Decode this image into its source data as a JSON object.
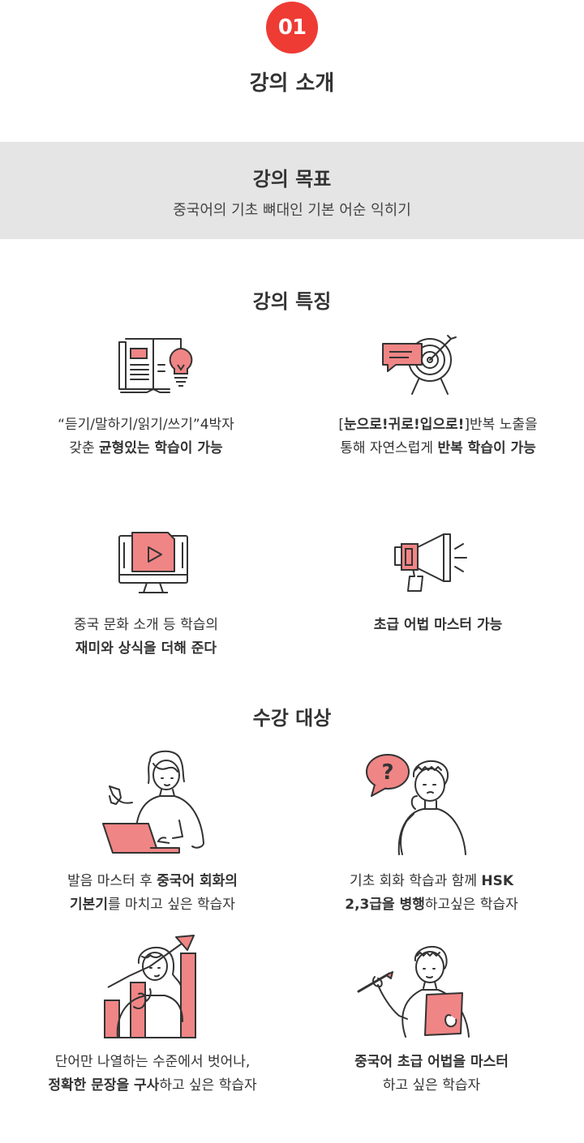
{
  "header": {
    "badge": "01",
    "title": "강의 소개"
  },
  "goal": {
    "title": "강의 목표",
    "desc": "중국어의 기초 뼈대인 기본 어순 익히기"
  },
  "features": {
    "title": "강의 특징",
    "f1": {
      "line1": "“듣기/말하기/읽기/쓰기”4박자",
      "line2_plain": "갖춘 ",
      "line2_bold": "균형있는 학습이 가능"
    },
    "f2": {
      "line1_a": "[",
      "line1_b": "눈으로!귀로!입으로!",
      "line1_c": "]반복 노출을",
      "line2_plain": "통해 자연스럽게 ",
      "line2_bold": "반복 학습이 가능"
    },
    "f3": {
      "line1": "중국 문화 소개 등 학습의",
      "line2_bold": "재미와 상식을 더해 준다"
    },
    "f4": {
      "line1_bold": "초급 어법 마스터 가능"
    }
  },
  "targets": {
    "title": "수강 대상",
    "t1": {
      "line1_plain": "발음 마스터 후 ",
      "line1_bold": "중국어 회화의",
      "line2_bold": "기본기",
      "line2_plain": "를 마치고 싶은 학습자"
    },
    "t2": {
      "line1_plain": "기초 회화 학습과 함께 ",
      "line1_bold": "HSK",
      "line2_bold": "2,3급을 병행",
      "line2_plain": "하고싶은 학습자"
    },
    "t3": {
      "line1": "단어만 나열하는 수준에서 벗어나,",
      "line2_bold": "정확한 문장을 구사",
      "line2_plain": "하고 싶은 학습자"
    },
    "t4": {
      "line1_bold": "중국어 초급 어법을 마스터",
      "line2": "하고 싶은 학습자"
    }
  },
  "colors": {
    "accent": "#ee3b34",
    "icon_fill": "#f08585",
    "stroke": "#333333",
    "goal_bg": "#e5e5e5"
  },
  "icons": [
    "book-lightbulb-icon",
    "target-speech-icon",
    "monitor-video-icon",
    "megaphone-icon",
    "woman-pointing-laptop-icon",
    "man-question-icon",
    "woman-growth-chart-icon",
    "man-writing-clipboard-icon"
  ]
}
